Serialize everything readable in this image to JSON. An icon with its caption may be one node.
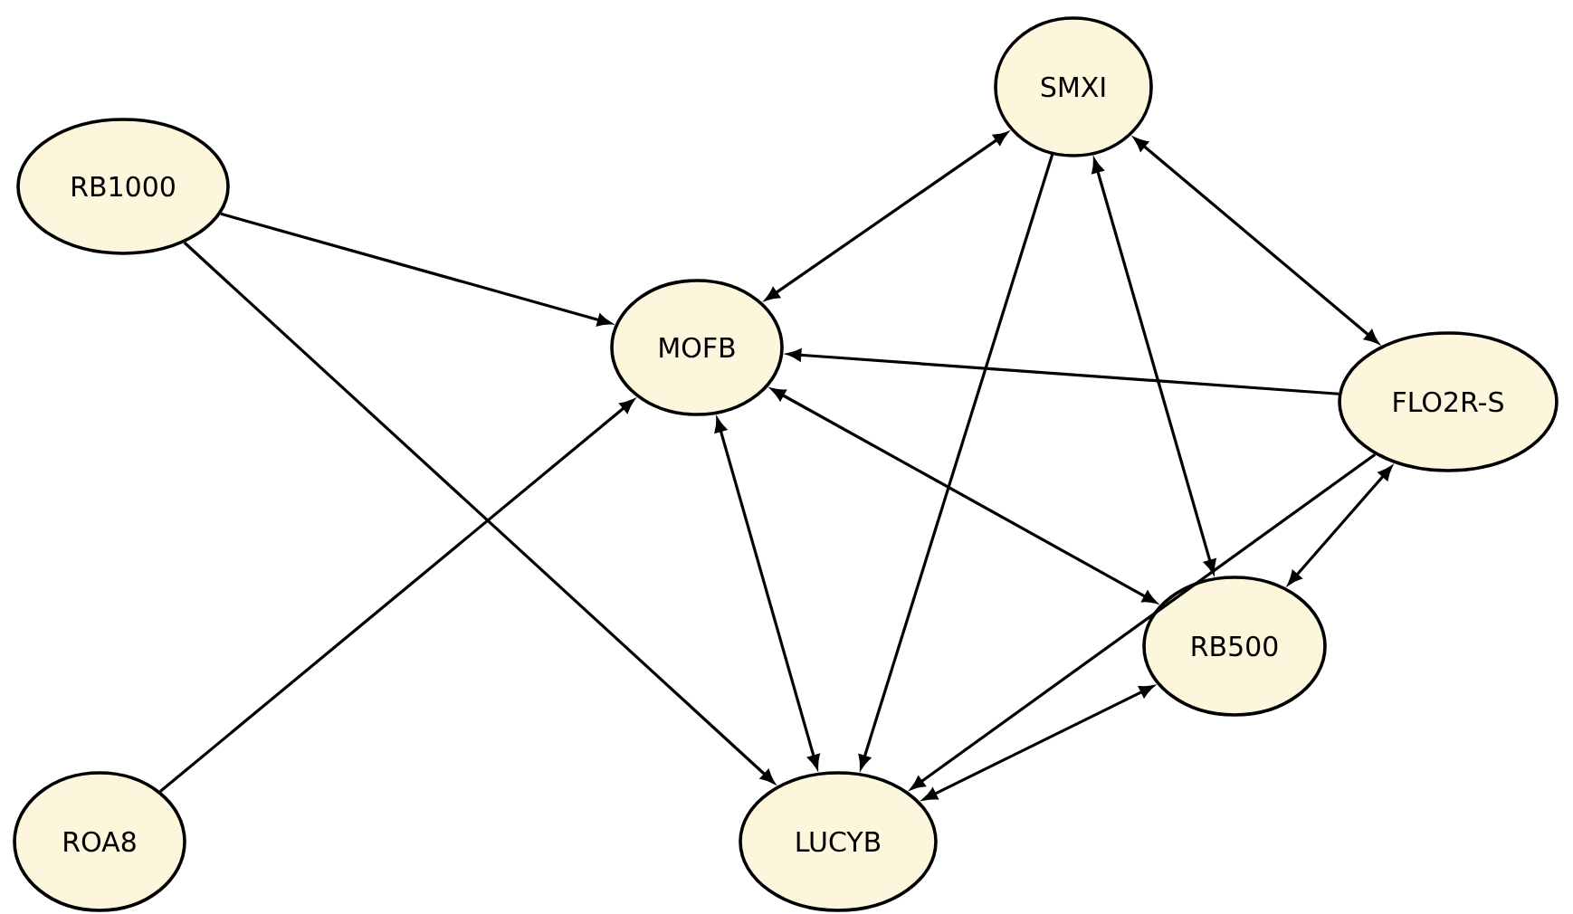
{
  "diagram": {
    "nodes": [
      {
        "text": [
          "RB1000"
        ]
      },
      {
        "text": [
          "SMXI"
        ]
      },
      {
        "text": [
          "MOFB"
        ]
      },
      {
        "text": [
          "FLO2R-S"
        ]
      },
      {
        "text": [
          "RB500"
        ]
      },
      {
        "text": [
          "ROA8"
        ]
      },
      {
        "text": [
          "LUCYB"
        ]
      }
    ],
    "edges": [
      {
        "from": 0,
        "to": 2,
        "arrow": "to"
      },
      {
        "from": 0,
        "to": 6,
        "arrow": "to"
      },
      {
        "from": 5,
        "to": 2,
        "arrow": "to"
      },
      {
        "from": 2,
        "to": 1,
        "arrow": "both"
      },
      {
        "from": 1,
        "to": 6,
        "arrow": "to"
      },
      {
        "from": 1,
        "to": 4,
        "arrow": "both"
      },
      {
        "from": 1,
        "to": 3,
        "arrow": "both"
      },
      {
        "from": 3,
        "to": 2,
        "arrow": "to"
      },
      {
        "from": 2,
        "to": 6,
        "arrow": "both"
      },
      {
        "from": 2,
        "to": 4,
        "arrow": "both"
      },
      {
        "from": 3,
        "to": 4,
        "arrow": "both"
      },
      {
        "from": 3,
        "to": 6,
        "arrow": "to"
      },
      {
        "from": 4,
        "to": 6,
        "arrow": "both"
      }
    ]
  }
}
